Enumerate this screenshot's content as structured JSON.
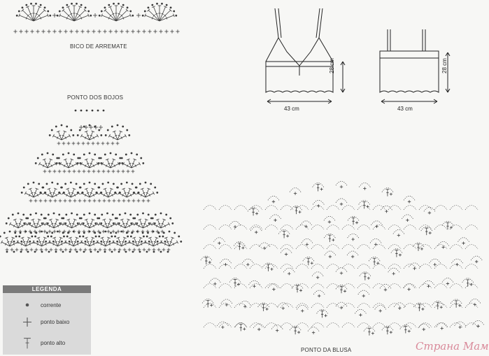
{
  "labels": {
    "bico": "BICO DE ARREMATE",
    "bojos": "PONTO DOS BOJOS",
    "blusa": "PONTO DA BLUSA"
  },
  "dimensions": {
    "width1": "43 cm",
    "height1": "28 cm",
    "width2": "43 cm",
    "height2": "28 cm"
  },
  "legend": {
    "title": "LEGENDA",
    "items": [
      {
        "symbol": "dot",
        "label": "corrente"
      },
      {
        "symbol": "plus",
        "label": "ponto baixo"
      },
      {
        "symbol": "tstitch",
        "label": "ponto alto"
      }
    ]
  },
  "watermark": "Страна Мам",
  "colors": {
    "ink": "#3a3a3a",
    "legend_bg": "#dadada",
    "legend_head": "#7a7a7a",
    "watermark": "#d98a9a"
  }
}
